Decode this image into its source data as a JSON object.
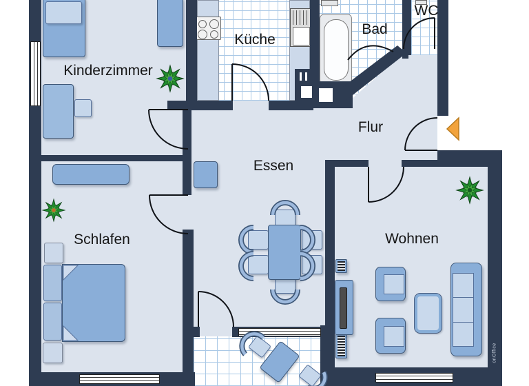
{
  "rooms": {
    "kinderzimmer": {
      "label": "Kinderzimmer"
    },
    "kueche": {
      "label": "Küche"
    },
    "bad": {
      "label": "Bad"
    },
    "wc": {
      "label": "WC"
    },
    "flur": {
      "label": "Flur"
    },
    "essen": {
      "label": "Essen"
    },
    "schlafen": {
      "label": "Schlafen"
    },
    "wohnen": {
      "label": "Wohnen"
    }
  },
  "watermark": {
    "label": "onOffice"
  },
  "colors": {
    "wall": "#2e3c52",
    "floor": "#dce3ed",
    "tile_grid": "#abc9e6",
    "furniture_primary": "#8aaed8",
    "furniture_light": "#c6d7eb",
    "entrance_arrow": "#f2a33c",
    "plant_green": "#2e8b33"
  },
  "icons": {
    "entrance_arrow": "entrance-direction-arrow",
    "plant": "potted-plant",
    "bathtub": "bathtub",
    "stove": "stove-4-burners",
    "sink": "kitchen-sink-drainer",
    "tv": "television"
  }
}
